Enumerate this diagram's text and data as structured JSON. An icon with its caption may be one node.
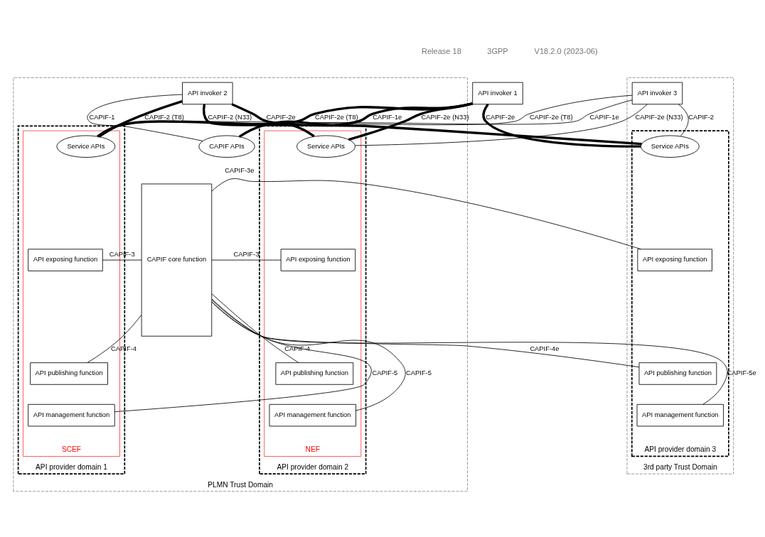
{
  "diagram": {
    "nodes": [
      {
        "text": [
          "PLMN Trust Domain"
        ]
      },
      {
        "text": [
          "3rd party Trust Domain"
        ]
      },
      {
        "text": [
          "API invoker 1"
        ]
      },
      {
        "text": [
          "API invoker 2"
        ],
        "in": 0
      },
      {
        "text": [
          "API invoker 3"
        ],
        "in": 1
      },
      {
        "text": [
          "CAPIF core function"
        ],
        "in": 0
      },
      {
        "text": [
          "CAPIF APIs"
        ],
        "in": 0
      },
      {
        "text": [
          "API provider domain 1"
        ],
        "in": 0
      },
      {
        "text": [
          "SCEF"
        ],
        "in": 7
      },
      {
        "text": [
          "Service APIs"
        ],
        "in": 8
      },
      {
        "text": [
          "API exposing function"
        ],
        "in": 8
      },
      {
        "text": [
          "API publishing function"
        ],
        "in": 8
      },
      {
        "text": [
          "API management function"
        ],
        "in": 8
      },
      {
        "text": [
          "API provider domain 2"
        ],
        "in": 0
      },
      {
        "text": [
          "NEF"
        ],
        "in": 13
      },
      {
        "text": [
          "Service APIs"
        ],
        "in": 14
      },
      {
        "text": [
          "API exposing function"
        ],
        "in": 14
      },
      {
        "text": [
          "API publishing function"
        ],
        "in": 14
      },
      {
        "text": [
          "API management function"
        ],
        "in": 14
      },
      {
        "text": [
          "API provider domain 3"
        ],
        "in": 1
      },
      {
        "text": [
          "Service APIs"
        ],
        "in": 19
      },
      {
        "text": [
          "API exposing function"
        ],
        "in": 19
      },
      {
        "text": [
          "API publishing function"
        ],
        "in": 19
      },
      {
        "text": [
          "API management function"
        ],
        "in": 19
      }
    ],
    "edges": [
      {
        "from": 2,
        "to": 6,
        "arrow": "none",
        "label": "CAPIF-1e",
        "style": "thick"
      },
      {
        "from": 2,
        "to": 9,
        "arrow": "none",
        "label": "CAPIF-2e (T8)",
        "style": "thick"
      },
      {
        "from": 2,
        "to": 15,
        "arrow": "none",
        "label": "CAPIF-2e (N33)",
        "style": "thick"
      },
      {
        "from": 2,
        "to": 20,
        "arrow": "none",
        "label": "CAPIF-2e",
        "style": "thick"
      },
      {
        "from": 3,
        "to": 6,
        "arrow": "none",
        "label": "CAPIF-1"
      },
      {
        "from": 3,
        "to": 9,
        "arrow": "none",
        "label": "CAPIF-2 (T8)",
        "style": "thick"
      },
      {
        "from": 3,
        "to": 15,
        "arrow": "none",
        "label": "CAPIF-2 (N33)",
        "style": "thick"
      },
      {
        "from": 3,
        "to": 20,
        "arrow": "none",
        "label": "CAPIF-2e",
        "style": "thick"
      },
      {
        "from": 4,
        "to": 6,
        "arrow": "none",
        "label": "CAPIF-1e"
      },
      {
        "from": 4,
        "to": 9,
        "arrow": "none",
        "label": "CAPIF-2e (T8)"
      },
      {
        "from": 4,
        "to": 15,
        "arrow": "none",
        "label": "CAPIF-2e (N33)"
      },
      {
        "from": 4,
        "to": 20,
        "arrow": "none",
        "label": "CAPIF-2"
      },
      {
        "from": 5,
        "to": 10,
        "arrow": "none",
        "label": "CAPIF-3"
      },
      {
        "from": 5,
        "to": 11,
        "arrow": "none",
        "label": "CAPIF-4"
      },
      {
        "from": 5,
        "to": 12,
        "arrow": "none",
        "label": "CAPIF-5"
      },
      {
        "from": 5,
        "to": 16,
        "arrow": "none",
        "label": "CAPIF-3"
      },
      {
        "from": 5,
        "to": 17,
        "arrow": "none",
        "label": "CAPIF-4"
      },
      {
        "from": 5,
        "to": 18,
        "arrow": "none",
        "label": "CAPIF-5"
      },
      {
        "from": 5,
        "to": 21,
        "arrow": "none",
        "label": "CAPIF-3e"
      },
      {
        "from": 5,
        "to": 22,
        "arrow": "none",
        "label": "CAPIF-4e"
      },
      {
        "from": 5,
        "to": 23,
        "arrow": "none",
        "label": "CAPIF-5e"
      }
    ],
    "labels": [
      "Release 18",
      "3GPP",
      "V18.2.0 (2023-06)"
    ]
  }
}
